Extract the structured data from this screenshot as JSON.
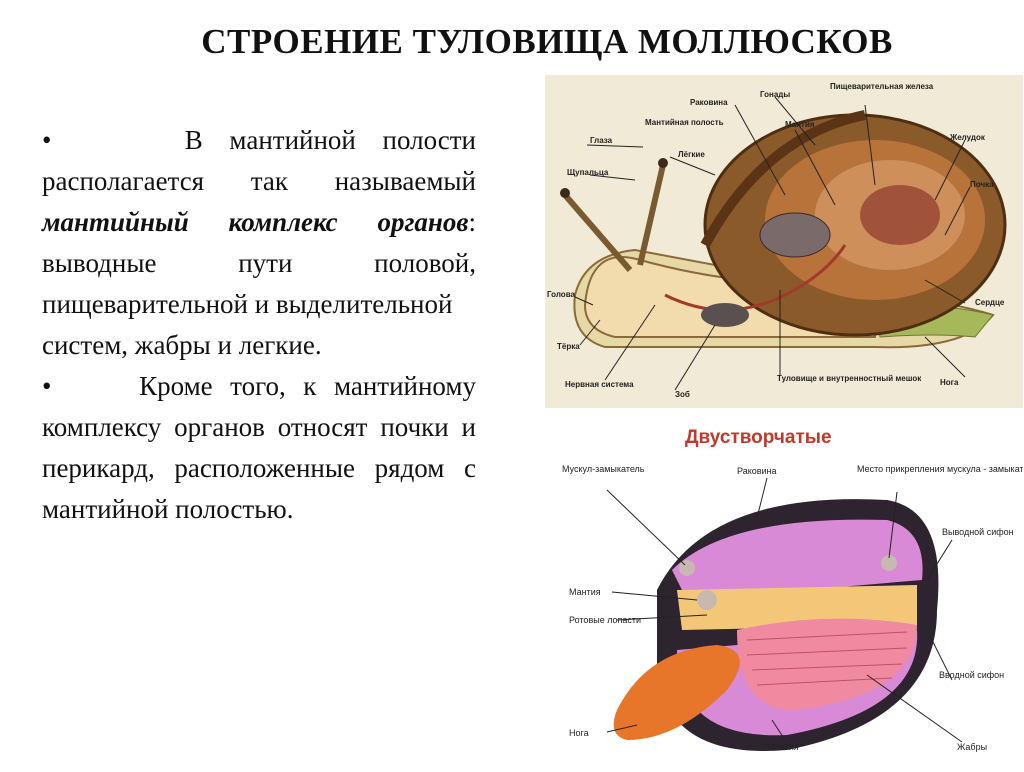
{
  "slide": {
    "title": "СТРОЕНИЕ ТУЛОВИЩА МОЛЛЮСКОВ",
    "p1": {
      "bullet": "•",
      "pre": "В мантийной полости располагается так называемый ",
      "emphasis": "мантийный комплекс органов",
      "post": ": выводные пути половой, пищеварительной и выделительной",
      "last": "систем, жабры и легкие."
    },
    "p2": {
      "bullet": "•",
      "text": "Кроме того, к мантийному комплексу органов относят почки и перикард, расположенные рядом с мантийной полостью."
    }
  },
  "snail_figure": {
    "labels": {
      "eyes": "Глаза",
      "tentacles": "Щупальца",
      "head": "Голова",
      "radula": "Тёрка",
      "nervous": "Нервная система",
      "crop": "Зоб",
      "mantle_cavity": "Мантийная полость",
      "lung": "Лёгкие",
      "shell": "Раковина",
      "gonads": "Гонады",
      "mantle": "Мантия",
      "digestive_gland": "Пищеварительная железа",
      "stomach": "Желудок",
      "kidney": "Почка",
      "heart": "Сердце",
      "foot": "Нога",
      "trunk": "Туловище и внутренностный мешок"
    }
  },
  "bivalve_figure": {
    "title": "Двустворчатые",
    "labels": {
      "adductor": "Мускул-замыкатель",
      "shell": "Раковина",
      "attachment": "Место прикрепления мускула - замыкателя",
      "exhalant": "Выводной сифон",
      "mantle": "Мантия",
      "palps": "Ротовые лопасти",
      "inhalant": "Вводной сифон",
      "foot": "Нога",
      "mantle2": "Мантия",
      "gills": "Жабры"
    },
    "colors": {
      "shell": "#2d2430",
      "mantle": "#d98ad6",
      "gills": "#f08aa0",
      "foot": "#e8762a",
      "title": "#c0392b"
    }
  }
}
